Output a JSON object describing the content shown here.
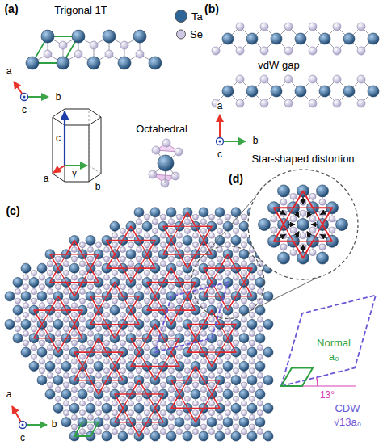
{
  "diagram": {
    "labels": [
      "(a)",
      "Trigonal 1T",
      "a",
      "c",
      "b",
      "c",
      "a",
      "γ",
      "b",
      "Octahedral",
      "(b)",
      "vdW gap",
      "a",
      "c",
      "b",
      "Star-shaped distortion",
      "(d)",
      "(c)",
      "13°",
      "Normal",
      "a₀",
      "CDW",
      "√13a₀",
      "a",
      "c",
      "b"
    ],
    "legend": [
      {
        "text": "Ta",
        "color": "#2f6496"
      },
      {
        "text": "Se",
        "color": "#cfc8e4"
      }
    ]
  }
}
